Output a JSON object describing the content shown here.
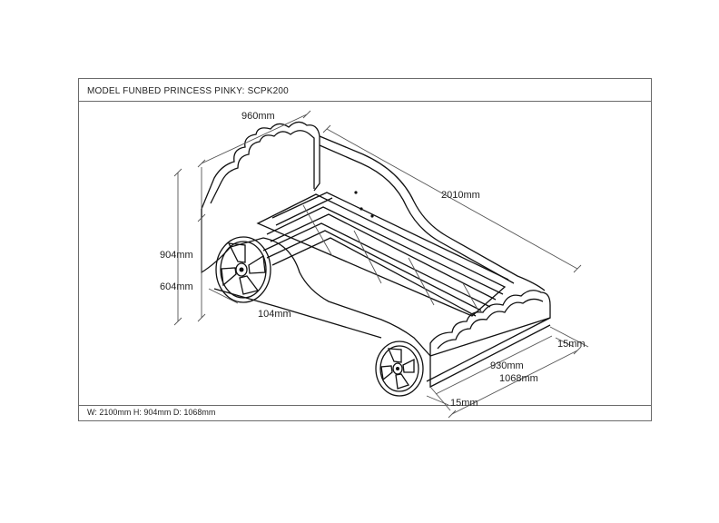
{
  "header": {
    "model_title": "MODEL FUNBED PRINCESS PINKY: SCPK200"
  },
  "footer": {
    "overall_dimensions": "W: 2100mm H: 904mm D: 1068mm"
  },
  "dimensions": {
    "top_width": "960mm",
    "length": "2010mm",
    "height": "904mm",
    "side_height": "604mm",
    "wheel_offset": "104mm",
    "panel_thickness_right": "15mm",
    "inner_width": "930mm",
    "outer_width": "1068mm",
    "panel_thickness_bottom": "15mm"
  }
}
